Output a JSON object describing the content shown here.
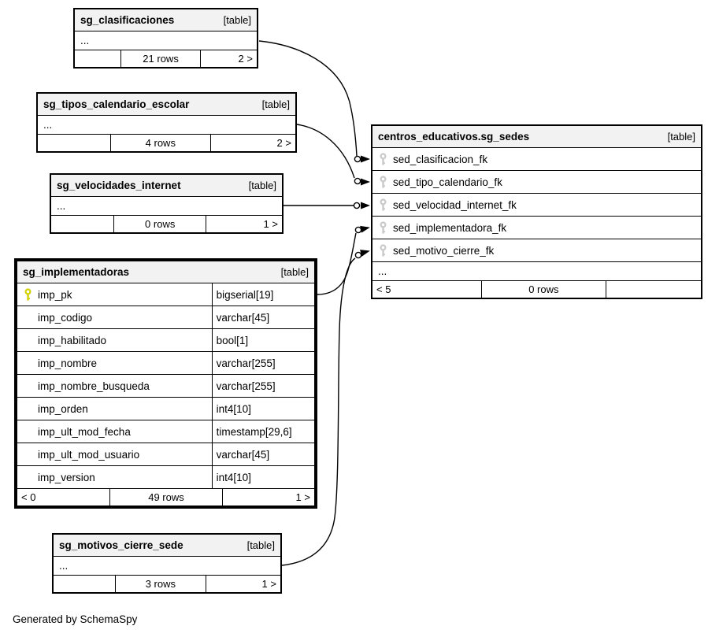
{
  "credit": "Generated by SchemaSpy",
  "colors": {
    "header_bg": "#f2f2f2",
    "border": "#000000",
    "pk_key": "#d1d100",
    "fk_key": "#c9c9c9"
  },
  "tables": [
    {
      "title": "sg_clasificaciones",
      "tag": "[table]",
      "ellipsis": "...",
      "footer": {
        "left": "",
        "center": "21 rows",
        "right": "2 >"
      }
    },
    {
      "title": "sg_tipos_calendario_escolar",
      "tag": "[table]",
      "ellipsis": "...",
      "footer": {
        "left": "",
        "center": "4 rows",
        "right": "2 >"
      }
    },
    {
      "title": "sg_velocidades_internet",
      "tag": "[table]",
      "ellipsis": "...",
      "footer": {
        "left": "",
        "center": "0 rows",
        "right": "1 >"
      }
    },
    {
      "title": "sg_implementadoras",
      "tag": "[table]",
      "columns": [
        {
          "name": "imp_pk",
          "type": "bigserial[19]",
          "key": "pk"
        },
        {
          "name": "imp_codigo",
          "type": "varchar[45]",
          "key": ""
        },
        {
          "name": "imp_habilitado",
          "type": "bool[1]",
          "key": ""
        },
        {
          "name": "imp_nombre",
          "type": "varchar[255]",
          "key": ""
        },
        {
          "name": "imp_nombre_busqueda",
          "type": "varchar[255]",
          "key": ""
        },
        {
          "name": "imp_orden",
          "type": "int4[10]",
          "key": ""
        },
        {
          "name": "imp_ult_mod_fecha",
          "type": "timestamp[29,6]",
          "key": ""
        },
        {
          "name": "imp_ult_mod_usuario",
          "type": "varchar[45]",
          "key": ""
        },
        {
          "name": "imp_version",
          "type": "int4[10]",
          "key": ""
        }
      ],
      "footer": {
        "left": "< 0",
        "center": "49 rows",
        "right": "1 >"
      }
    },
    {
      "title": "centros_educativos.sg_sedes",
      "tag": "[table]",
      "ellipsis": "...",
      "columns": [
        {
          "name": "sed_clasificacion_fk",
          "key": "fk"
        },
        {
          "name": "sed_tipo_calendario_fk",
          "key": "fk"
        },
        {
          "name": "sed_velocidad_internet_fk",
          "key": "fk"
        },
        {
          "name": "sed_implementadora_fk",
          "key": "fk"
        },
        {
          "name": "sed_motivo_cierre_fk",
          "key": "fk"
        }
      ],
      "footer": {
        "left": "< 5",
        "center": "0 rows",
        "right": ""
      }
    },
    {
      "title": "sg_motivos_cierre_sede",
      "tag": "[table]",
      "ellipsis": "...",
      "footer": {
        "left": "",
        "center": "3 rows",
        "right": "1 >"
      }
    }
  ],
  "relationships": [
    {
      "from": "sg_clasificaciones",
      "to": "sed_clasificacion_fk"
    },
    {
      "from": "sg_tipos_calendario_escolar",
      "to": "sed_tipo_calendario_fk"
    },
    {
      "from": "sg_velocidades_internet",
      "to": "sed_velocidad_internet_fk"
    },
    {
      "from": "sg_implementadoras",
      "to": "sed_implementadora_fk"
    },
    {
      "from": "sg_motivos_cierre_sede",
      "to": "sed_motivo_cierre_fk"
    }
  ]
}
